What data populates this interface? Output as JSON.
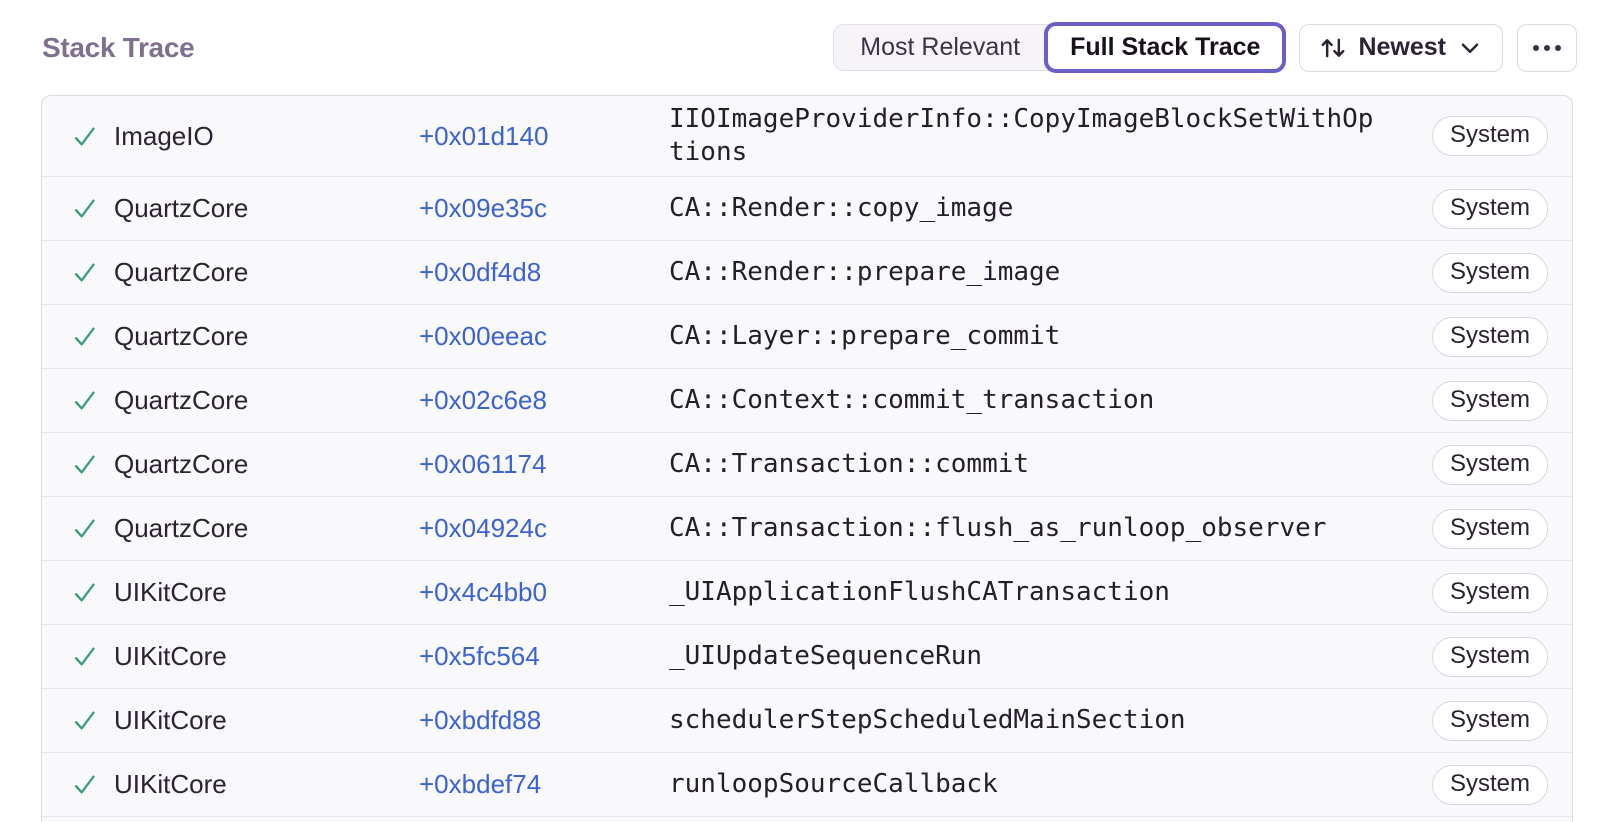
{
  "page": {
    "title": "Stack Trace"
  },
  "toolbar": {
    "view_options": [
      {
        "label": "Most Relevant",
        "selected": false
      },
      {
        "label": "Full Stack Trace",
        "selected": true
      }
    ],
    "sort_button": {
      "label": "Newest"
    }
  },
  "colors": {
    "accent_purple": "#6A5FC8",
    "link_blue": "#3B62D3",
    "check_green": "#2F9E73",
    "heading_gray": "#80708F"
  },
  "stack_trace": {
    "frames": [
      {
        "module": "ImageIO",
        "address": "+0x01d140",
        "function": "IIOImageProviderInfo::CopyImageBlockSetWithOptions",
        "tag": "System",
        "status": "checked"
      },
      {
        "module": "QuartzCore",
        "address": "+0x09e35c",
        "function": "CA::Render::copy_image",
        "tag": "System",
        "status": "checked"
      },
      {
        "module": "QuartzCore",
        "address": "+0x0df4d8",
        "function": "CA::Render::prepare_image",
        "tag": "System",
        "status": "checked"
      },
      {
        "module": "QuartzCore",
        "address": "+0x00eeac",
        "function": "CA::Layer::prepare_commit",
        "tag": "System",
        "status": "checked"
      },
      {
        "module": "QuartzCore",
        "address": "+0x02c6e8",
        "function": "CA::Context::commit_transaction",
        "tag": "System",
        "status": "checked"
      },
      {
        "module": "QuartzCore",
        "address": "+0x061174",
        "function": "CA::Transaction::commit",
        "tag": "System",
        "status": "checked"
      },
      {
        "module": "QuartzCore",
        "address": "+0x04924c",
        "function": "CA::Transaction::flush_as_runloop_observer",
        "tag": "System",
        "status": "checked"
      },
      {
        "module": "UIKitCore",
        "address": "+0x4c4bb0",
        "function": "_UIApplicationFlushCATransaction",
        "tag": "System",
        "status": "checked"
      },
      {
        "module": "UIKitCore",
        "address": "+0x5fc564",
        "function": "_UIUpdateSequenceRun",
        "tag": "System",
        "status": "checked"
      },
      {
        "module": "UIKitCore",
        "address": "+0xbdfd88",
        "function": "schedulerStepScheduledMainSection",
        "tag": "System",
        "status": "checked"
      },
      {
        "module": "UIKitCore",
        "address": "+0xbdef74",
        "function": "runloopSourceCallback",
        "tag": "System",
        "status": "checked"
      }
    ]
  }
}
